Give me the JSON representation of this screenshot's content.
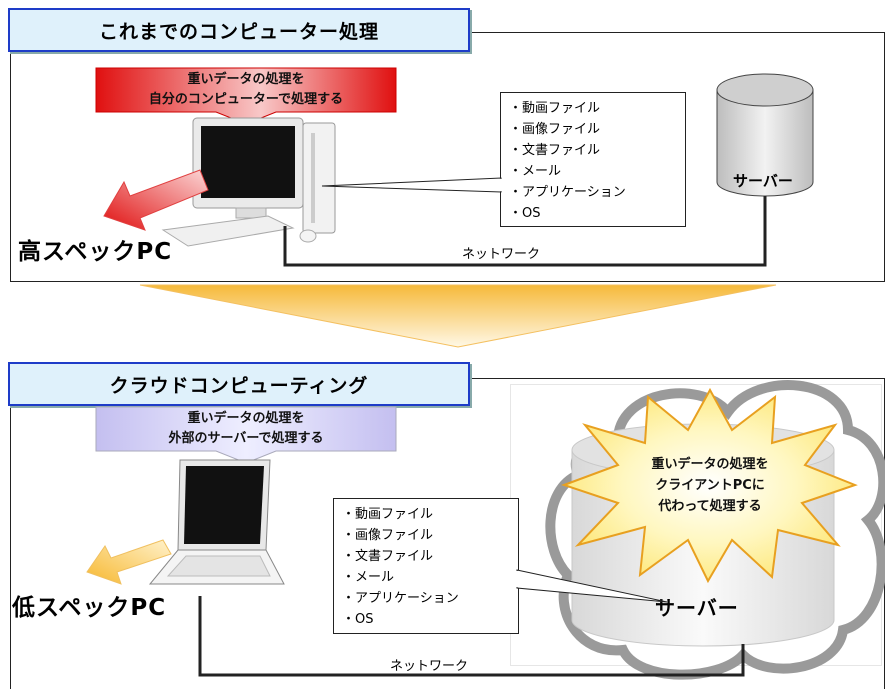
{
  "top": {
    "title": "これまでのコンピューター処理",
    "callout_line1": "重いデータの処理を",
    "callout_line2": "自分のコンピューターで処理する",
    "data_items": [
      "・動画ファイル",
      "・画像ファイル",
      "・文書ファイル",
      "・メール",
      "・アプリケーション",
      "・OS"
    ],
    "server_label": "サーバー",
    "pc_label": "高スペックPC",
    "network_label": "ネットワーク"
  },
  "bottom": {
    "title": "クラウドコンピューティング",
    "callout_line1": "重いデータの処理を",
    "callout_line2": "外部のサーバーで処理する",
    "data_items": [
      "・動画ファイル",
      "・画像ファイル",
      "・文書ファイル",
      "・メール",
      "・アプリケーション",
      "・OS"
    ],
    "burst_line1": "重いデータの処理を",
    "burst_line2": "クライアントPCに",
    "burst_line3": "代わって処理する",
    "server_label": "サーバー",
    "pc_label": "低スペックPC",
    "network_label": "ネットワーク"
  },
  "colors": {
    "tab_border": "#1e3cc8",
    "tab_fill": "#dff1fb",
    "red_callout": "#e01818",
    "blue_callout": "#c9c4f2",
    "yellow_arrow": "#f7c23a",
    "burst_fill": "#fff3a8",
    "burst_stroke": "#e8a020",
    "cloud_stroke": "#9a9a9a"
  }
}
